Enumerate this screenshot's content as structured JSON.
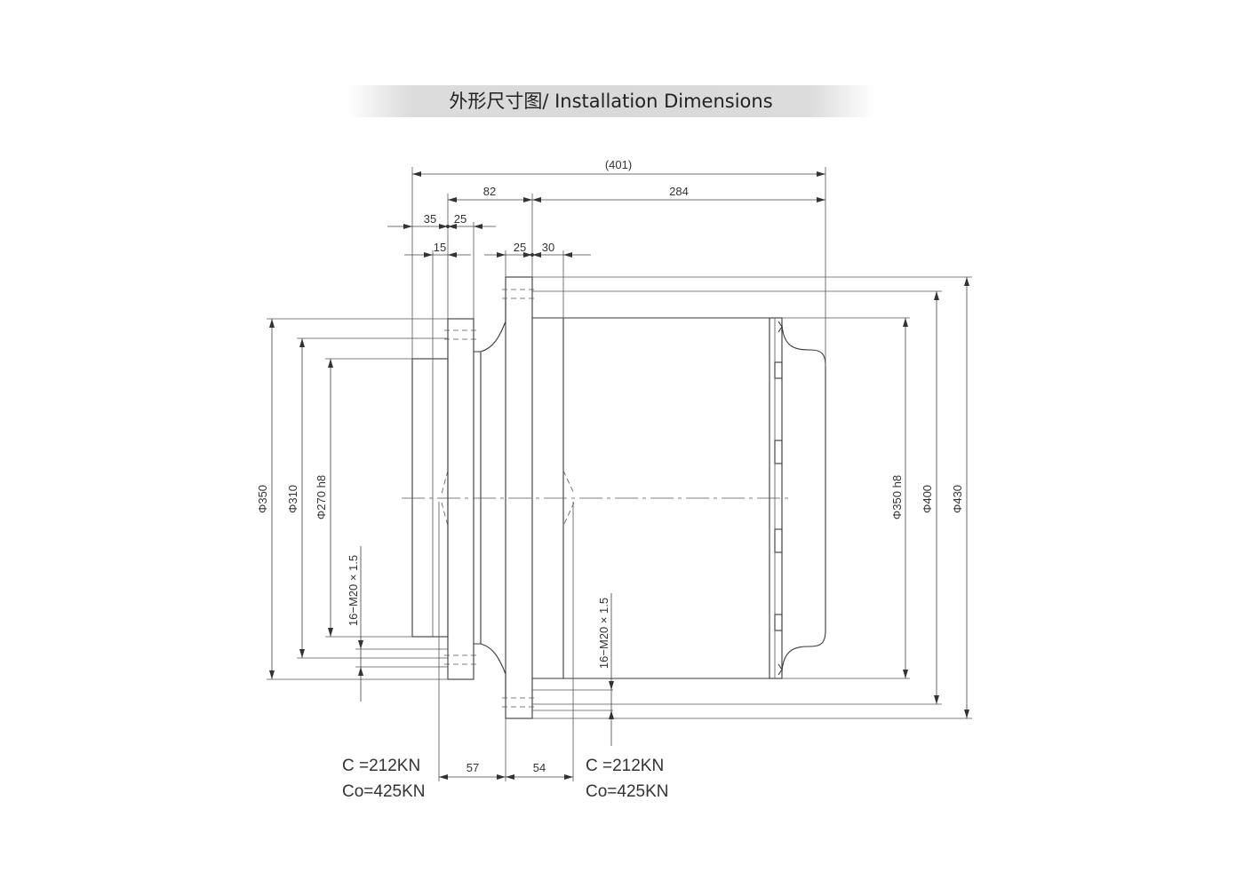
{
  "title": "外形尺寸图/ Installation Dimensions",
  "dimensions": {
    "overall": "(401)",
    "d82": "82",
    "d284": "284",
    "d35": "35",
    "d25a": "25",
    "d15": "15",
    "d25b": "25",
    "d30": "30",
    "d57": "57",
    "d54": "54",
    "phi350": "Φ350",
    "phi310": "Φ310",
    "phi270": "Φ270 h8",
    "phi350h8": "Φ350 h8",
    "phi400": "Φ400",
    "phi430": "Φ430",
    "thread_left": "16−M20 × 1.5",
    "thread_right": "16−M20 × 1.5"
  },
  "loads": {
    "left": {
      "c": "C  =212KN",
      "co": "Co=425KN"
    },
    "right": {
      "c": "C  =212KN",
      "co": "Co=425KN"
    }
  }
}
